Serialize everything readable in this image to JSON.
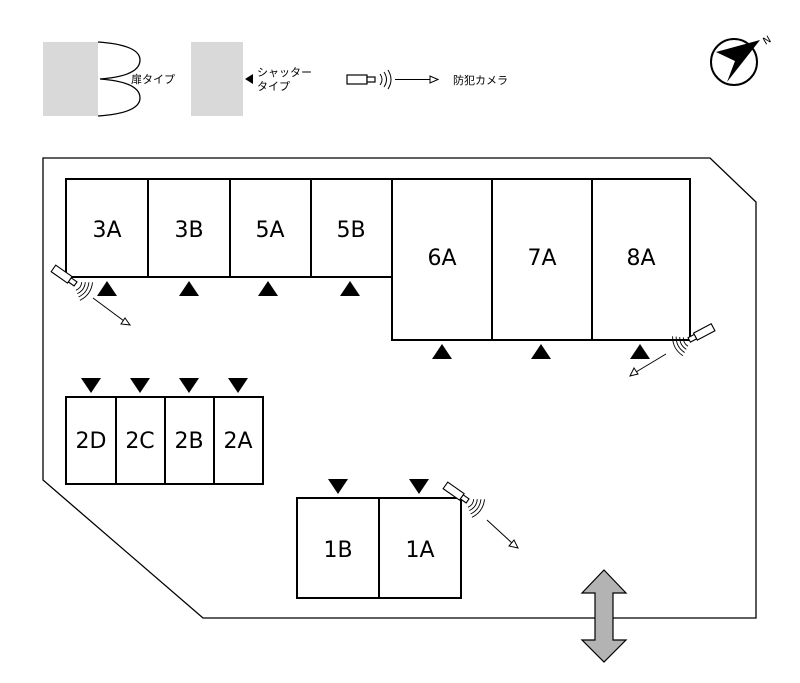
{
  "legend": {
    "door_type_label": "扉タイプ",
    "shutter_type_label_line1": "シャッター",
    "shutter_type_label_line2": "タイプ",
    "camera_label": "防犯カメラ"
  },
  "compass": {
    "north_label": "N"
  },
  "units": {
    "u3A": "3A",
    "u3B": "3B",
    "u5A": "5A",
    "u5B": "5B",
    "u6A": "6A",
    "u7A": "7A",
    "u8A": "8A",
    "u2D": "2D",
    "u2C": "2C",
    "u2B": "2B",
    "u2A": "2A",
    "u1B": "1B",
    "u1A": "1A"
  },
  "colors": {
    "swatch_gray": "#d9d9d9",
    "arrow_gray": "#b3b3b3",
    "line": "#000000"
  }
}
